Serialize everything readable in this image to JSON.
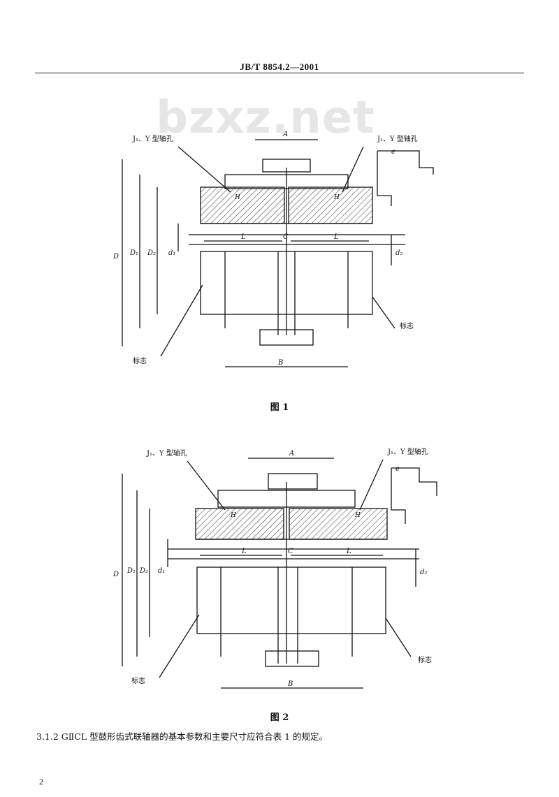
{
  "header": {
    "standard_code": "JB/T 8854.2—2001"
  },
  "watermark": {
    "text": "bzxz.net"
  },
  "figure1": {
    "caption": "图 1",
    "label_hole_left": "J₁、Y 型轴孔",
    "label_hole_right": "J₁、Y 型轴孔",
    "label_mark_left": "标志",
    "label_mark_right": "标志",
    "dim_A": "A",
    "dim_B": "B",
    "dim_C": "C",
    "dim_L": "L",
    "dim_e": "e",
    "dim_D": "D",
    "dim_D1": "D₁",
    "dim_D2": "D₂",
    "dim_d1": "d₁",
    "dim_d2": "d₂",
    "dim_H": "H"
  },
  "figure2": {
    "caption": "图 2",
    "label_hole_left": "J₁、Y 型轴孔",
    "label_hole_right": "J₁、Y 型轴孔",
    "label_mark_left": "标志",
    "label_mark_right": "标志",
    "dim_A": "A",
    "dim_B": "B",
    "dim_C": "C",
    "dim_L": "L",
    "dim_e": "e",
    "dim_D": "D",
    "dim_D1": "D₁",
    "dim_D2": "D₂",
    "dim_d1": "d₁",
    "dim_d2": "d₂",
    "dim_H": "H"
  },
  "clause": {
    "text": "3.1.2  GⅡCL 型鼓形齿式联轴器的基本参数和主要尺寸应符合表 1 的规定。"
  },
  "page_number": "2"
}
